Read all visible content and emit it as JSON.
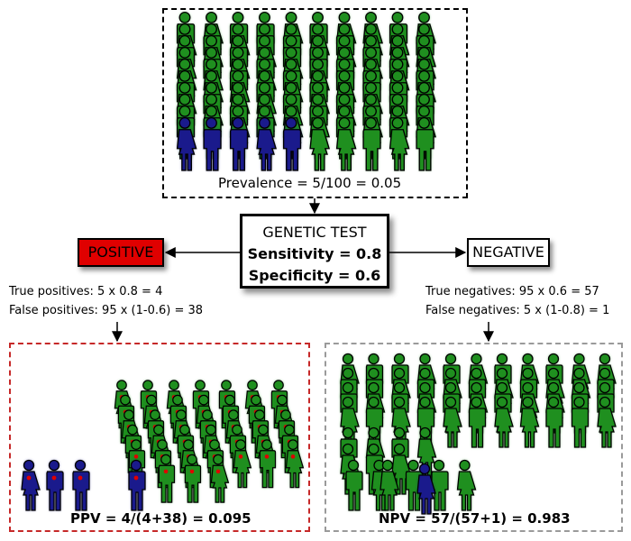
{
  "prevalence": {
    "text": "Prevalence = 5/100 = 0.05",
    "total": 100,
    "affected": 5
  },
  "test": {
    "title": "GENETIC TEST",
    "sensitivity": "Sensitivity = 0.8",
    "specificity": "Specificity = 0.6"
  },
  "positive": {
    "label": "POSITIVE",
    "true_text": "True positives: 5 x 0.8 = 4",
    "false_text": "False positives: 95 x (1-0.6) = 38",
    "result": "PPV = 4/(4+38) = 0.095",
    "true_count": 4,
    "false_count": 38
  },
  "negative": {
    "label": "NEGATIVE",
    "true_text": "True negatives: 95 x 0.6 = 57",
    "false_text": "False negatives: 5 x (1-0.8) = 1",
    "result": "NPV = 57/(57+1) = 0.983",
    "true_count": 57,
    "false_count": 1
  },
  "colors": {
    "healthy": "#1f8f1f",
    "affected": "#1a1a8c",
    "positive_box": "#e00000",
    "marker": "#e00000"
  }
}
